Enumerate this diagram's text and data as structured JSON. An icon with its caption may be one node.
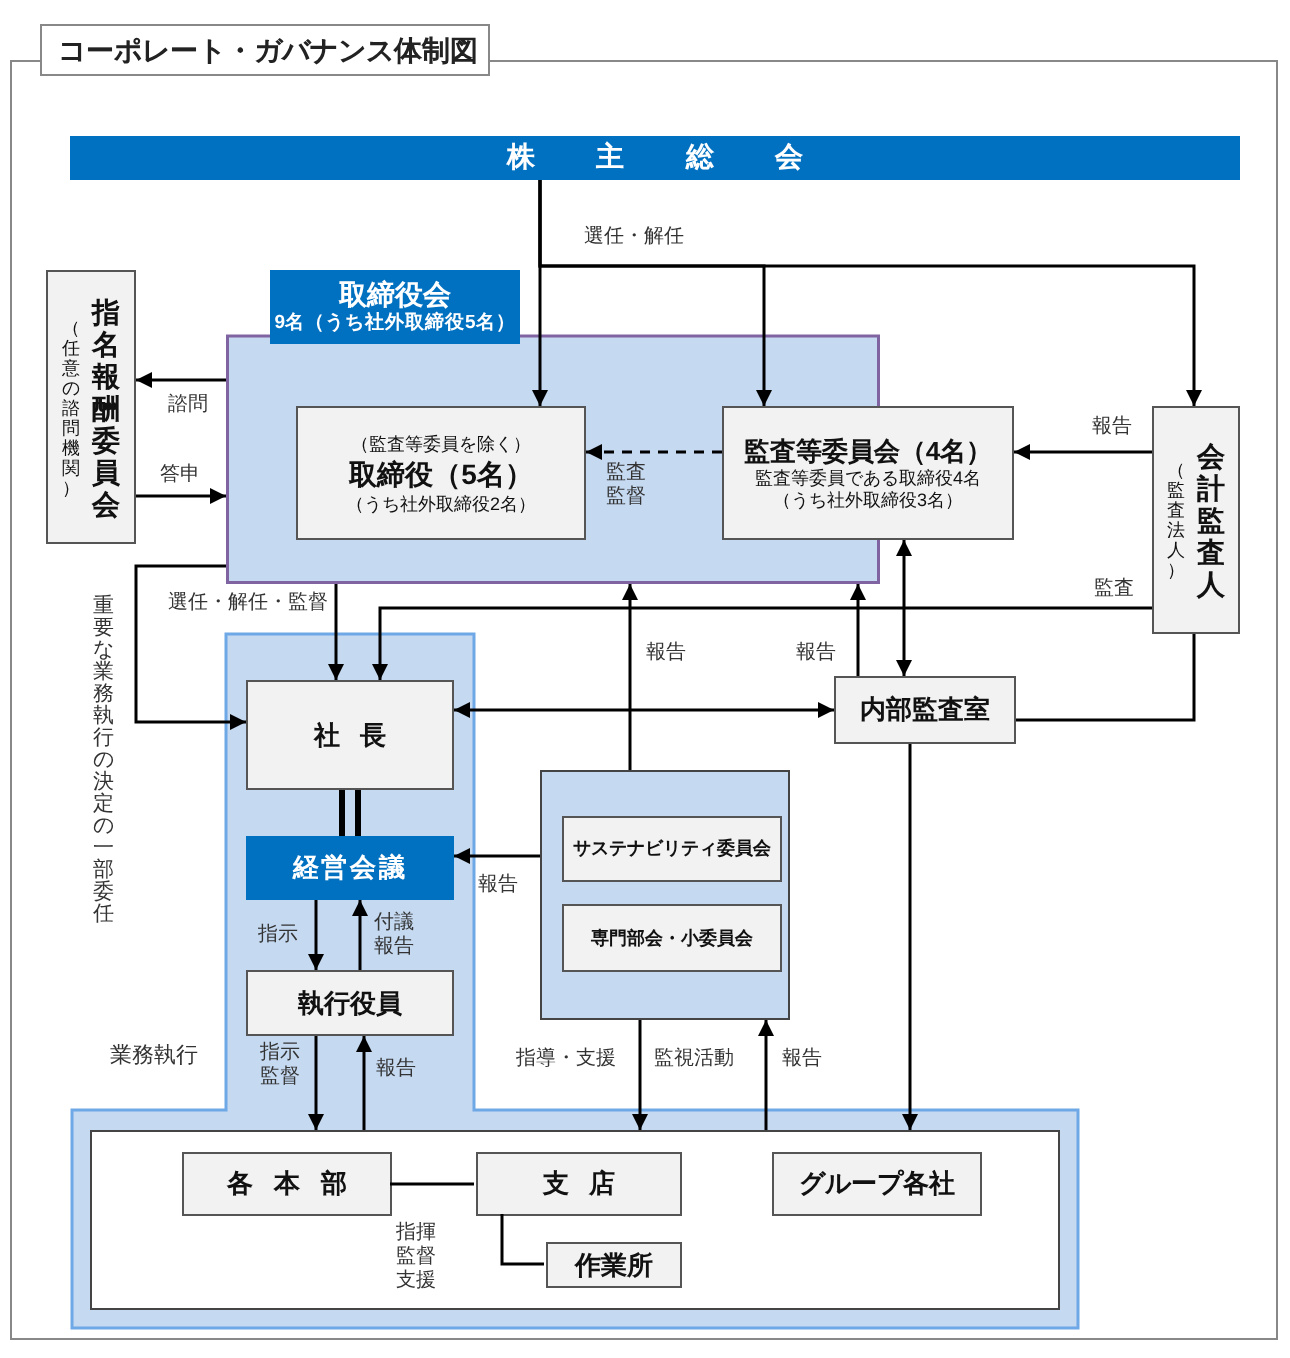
{
  "diagram": {
    "title": "コーポレート・ガバナンス体制図",
    "nodes": [
      {
        "text": [
          "株主総会"
        ]
      },
      {
        "text": [
          "取締役会",
          "9名（うち社外取締役5名）"
        ]
      },
      {
        "text": [
          "（監査等委員を除く）",
          "取締役（5名）",
          "（うち社外取締役2名）"
        ],
        "in": 1
      },
      {
        "text": [
          "監査等委員会（4名）",
          "監査等委員である取締役4名",
          "（うち社外取締役3名）"
        ]
      },
      {
        "text": [
          "（任意の諮問機関）",
          "指名報酬委員会"
        ]
      },
      {
        "text": [
          "（監査法人）",
          "会計監査人"
        ]
      },
      {
        "text": [
          "業務執行"
        ]
      },
      {
        "text": [
          "社長"
        ],
        "in": 6
      },
      {
        "text": [
          "経営会議"
        ],
        "in": 6
      },
      {
        "text": [
          "執行役員"
        ],
        "in": 6
      },
      {
        "text": [],
        "shape": "box",
        "in": 6
      },
      {
        "text": [
          "各本部"
        ],
        "in": 10
      },
      {
        "text": [
          "支店"
        ],
        "in": 10
      },
      {
        "text": [
          "作業所"
        ],
        "in": 10
      },
      {
        "text": [
          "グループ各社"
        ],
        "in": 10
      },
      {
        "text": [],
        "shape": "box"
      },
      {
        "text": [
          "サステナビリティ委員会"
        ],
        "in": 15
      },
      {
        "text": [
          "専門部会・小委員会"
        ],
        "in": 15
      },
      {
        "text": [
          "内部監査室"
        ]
      }
    ],
    "edges": [
      {
        "from": 0,
        "to": 2,
        "arrow": "to"
      },
      {
        "from": 0,
        "to": 3,
        "arrow": "to",
        "label": "選任・解任"
      },
      {
        "from": 0,
        "to": 5,
        "arrow": "to"
      },
      {
        "from": 1,
        "to": 4,
        "arrow": "to",
        "label": "諮問"
      },
      {
        "from": 4,
        "to": 1,
        "arrow": "to",
        "label": "答申"
      },
      {
        "from": 3,
        "to": 2,
        "arrow": "to",
        "style": "dashed",
        "label": "監査監督"
      },
      {
        "from": 5,
        "to": 3,
        "arrow": "to",
        "label": "報告"
      },
      {
        "from": 5,
        "to": 7,
        "arrow": "to",
        "label": "監査"
      },
      {
        "from": 1,
        "to": 7,
        "arrow": "to",
        "label": "選任・解任・監督"
      },
      {
        "from": 1,
        "to": 7,
        "arrow": "to",
        "label": "重要な業務執行の決定の一部委任"
      },
      {
        "from": 7,
        "to": 18,
        "arrow": "both"
      },
      {
        "from": 15,
        "to": 1,
        "arrow": "to",
        "label": "報告"
      },
      {
        "from": 18,
        "to": 1,
        "arrow": "to",
        "label": "報告"
      },
      {
        "from": 3,
        "to": 18,
        "arrow": "both"
      },
      {
        "from": 5,
        "to": 18,
        "arrow": "none"
      },
      {
        "from": 7,
        "to": 8,
        "arrow": "none",
        "style": "thick"
      },
      {
        "from": 15,
        "to": 8,
        "arrow": "to",
        "label": "報告"
      },
      {
        "from": 8,
        "to": 9,
        "arrow": "to",
        "label": "指示"
      },
      {
        "from": 9,
        "to": 8,
        "arrow": "to",
        "label": "付議報告"
      },
      {
        "from": 9,
        "to": 10,
        "arrow": "to",
        "label": "指示監督"
      },
      {
        "from": 10,
        "to": 9,
        "arrow": "to",
        "label": "報告"
      },
      {
        "from": 15,
        "to": 10,
        "arrow": "to",
        "label": "指導・支援"
      },
      {
        "from": 10,
        "to": 15,
        "arrow": "to",
        "label": "報告"
      },
      {
        "from": 18,
        "to": 10,
        "arrow": "to"
      },
      {
        "from": 11,
        "to": 12,
        "arrow": "none",
        "label": "指揮監督支援"
      },
      {
        "from": 12,
        "to": 13,
        "arrow": "none"
      }
    ],
    "labels": [
      "監視活動"
    ]
  }
}
